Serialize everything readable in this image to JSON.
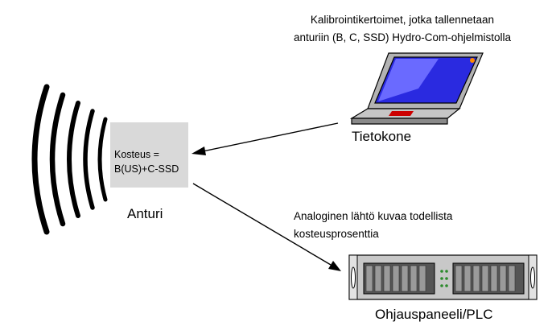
{
  "calibration_caption": {
    "line1": "Kalibrointikertoimet, jotka tallennetaan",
    "line2": "anturiin (B, C, SSD) Hydro-Com-ohjelmistolla"
  },
  "computer": {
    "label": "Tietokone"
  },
  "sensor": {
    "label": "Anturi",
    "formula_line1": "Kosteus =",
    "formula_line2": "B(US)+C-SSD"
  },
  "analog_caption": {
    "line1": "Analoginen lähtö kuvaa todellista",
    "line2": "kosteusprosenttia"
  },
  "control_panel": {
    "label": "Ohjauspaneeli/PLC"
  }
}
